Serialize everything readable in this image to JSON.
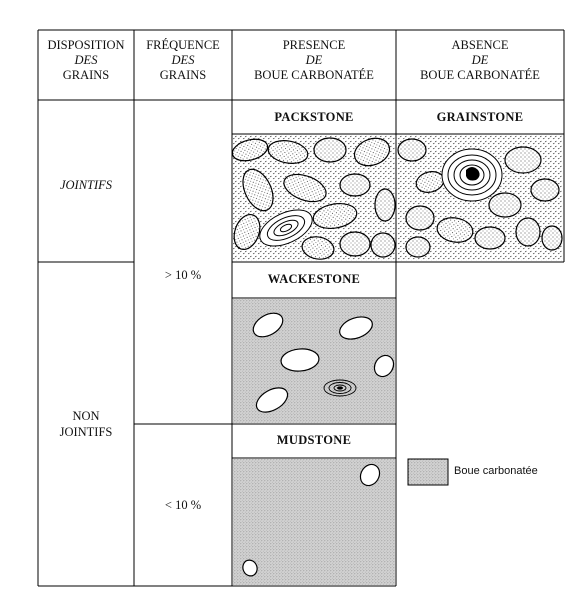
{
  "headers": {
    "disposition": {
      "line1": "DISPOSITION",
      "line2": "DES",
      "line3": "GRAINS"
    },
    "frequence": {
      "line1": "FRÉQUENCE",
      "line2": "DES",
      "line3": "GRAINS"
    },
    "presence": {
      "line1": "PRESENCE",
      "line2": "DE",
      "line3": "BOUE CARBONATÉE"
    },
    "absence": {
      "line1": "ABSENCE",
      "line2": "DE",
      "line3": "BOUE CARBONATÉE"
    }
  },
  "rows": {
    "jointifs": "JOINTIFS",
    "non_jointifs_line1": "NON",
    "non_jointifs_line2": "JOINTIFS",
    "freq_high": "> 10 %",
    "freq_low": "< 10 %"
  },
  "facies": {
    "packstone": "PACKSTONE",
    "grainstone": "GRAINSTONE",
    "wackestone": "WACKESTONE",
    "mudstone": "MUDSTONE"
  },
  "legend": {
    "label": "Boue carbonatée",
    "color": "#cfcfcf"
  }
}
